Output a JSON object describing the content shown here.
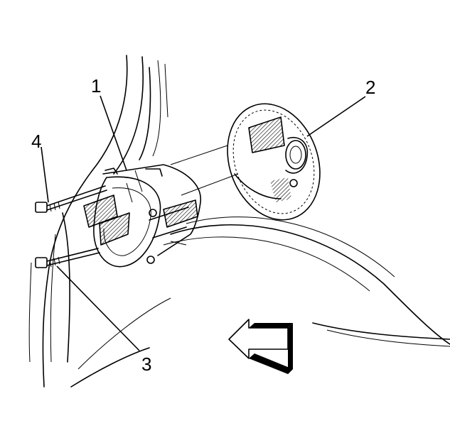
{
  "callouts": {
    "c1": "1",
    "c2": "2",
    "c3": "3",
    "c4": "4"
  },
  "colors": {
    "line": "#000000",
    "background": "#ffffff"
  },
  "icons": {
    "direction_arrow": "arrow-left-icon"
  }
}
